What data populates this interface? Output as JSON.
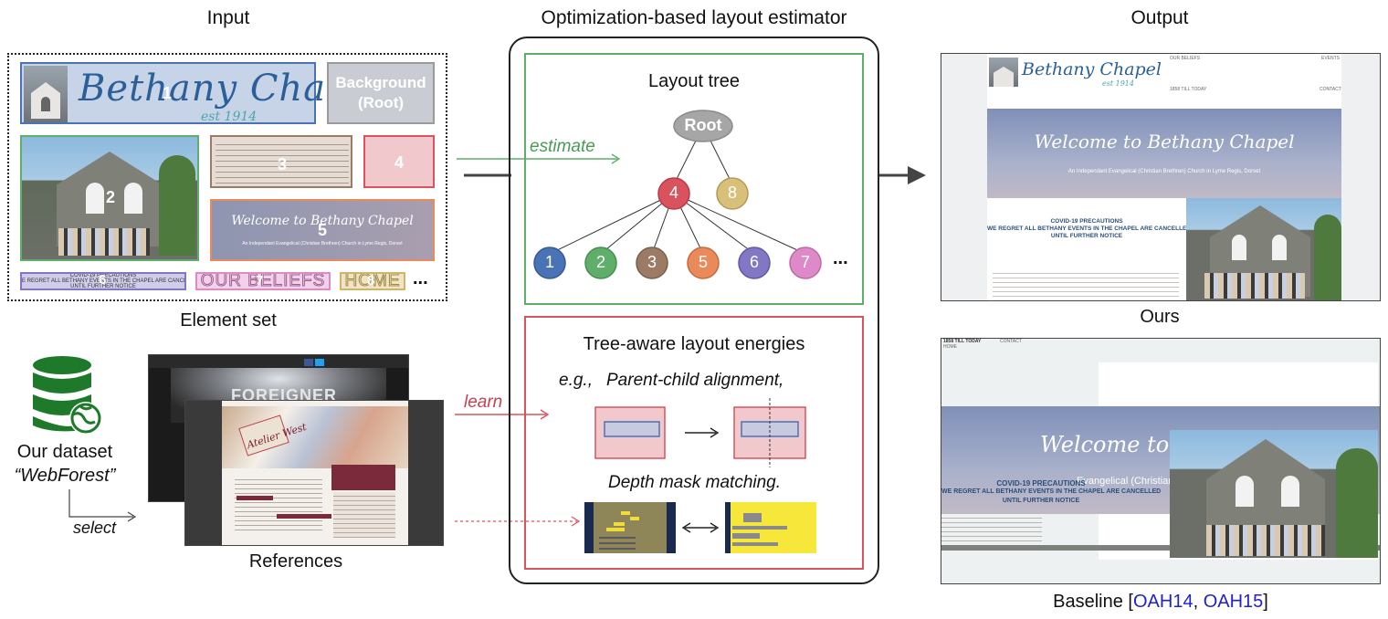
{
  "columns": {
    "input": "Input",
    "estimator": "Optimization-based layout estimator",
    "output": "Output"
  },
  "element_set": {
    "label": "Element set",
    "items": [
      {
        "id": "1",
        "text": "Bethany Chapel"
      },
      {
        "id": "2",
        "text": ""
      },
      {
        "id": "3",
        "text": ""
      },
      {
        "id": "4",
        "text": ""
      },
      {
        "id": "5",
        "text": "Welcome to Bethany Chapel"
      },
      {
        "id": "6",
        "text": "COVID-19 PRECAUTIONS"
      },
      {
        "id": "7",
        "text": "OUR BELIEFS"
      },
      {
        "id": "8",
        "text": "HOME"
      }
    ],
    "background": "Background\n(Root)",
    "logo_sub": "est 1914",
    "subtitle": "An Independant Evangelical (Christian Brethren) Church in Lyme Regis, Dorset",
    "covid_line1": "COVID-19 PRECAUTIONS",
    "covid_line2": "E REGRET ALL BETHANY EVENTS IN THE CHAPEL ARE CANCELLED",
    "covid_line3": "UNTIL FURTHER NOTICE",
    "ellipsis": "..."
  },
  "dataset": {
    "line1": "Our dataset",
    "line2": "“WebForest”",
    "select": "select",
    "references": "References",
    "ref_brand1": "FOREIGNER",
    "ref_brand2": "Atelier West"
  },
  "estimator": {
    "layout_tree": "Layout tree",
    "estimate": "estimate",
    "root": "Root",
    "level1": [
      "4",
      "8"
    ],
    "leaves": [
      "1",
      "2",
      "3",
      "5",
      "6",
      "7"
    ],
    "ellipsis": "...",
    "energies_title": "Tree-aware layout energies",
    "learn": "learn",
    "eg_prefix": "e.g.,",
    "parent_child": "Parent-child alignment,",
    "depth_mask": "Depth mask matching."
  },
  "output": {
    "ours_label": "Ours",
    "baseline_prefix": "Baseline [",
    "cite1": "OAH14",
    "cite_sep": ", ",
    "cite2": "OAH15",
    "baseline_suffix": "]",
    "ours_nav1": "OUR BELIEFS",
    "ours_nav2": "EVENTS",
    "ours_nav3": "1858 TILL TODAY",
    "ours_nav4": "CONTACT",
    "ours_logo": "Bethany Chapel",
    "ours_logo_sub": "est 1914",
    "welcome": "Welcome to Bethany Chapel",
    "subtitle": "An Independant Evangelical (Christian Brethren) Church in Lyme Regis, Dorset",
    "covid1": "COVID-19 PRECAUTIONS",
    "covid2": "WE REGRET ALL BETHANY EVENTS IN THE CHAPEL ARE CANCELLED",
    "covid3": "UNTIL FURTHER NOTICE",
    "base_nav1": "1858 TILL TODAY",
    "base_nav2": "CONTACT",
    "base_nav3": "HOME",
    "base_welcome": "Welcome to Bet",
    "base_subtitle": "Evangelical (Christian Bre",
    "base_covid1": "COVID-19 PRECAUTIONS",
    "base_covid2": "WE REGRET ALL BETHANY EVENTS IN THE CHAPEL ARE CANCELLED",
    "base_covid3": "UNTIL FURTHER NOTICE"
  },
  "colors": {
    "c1": "#4a73b5",
    "c2": "#5fae6a",
    "c3": "#9b7b66",
    "c4": "#d9535f",
    "c5": "#e98a5a",
    "c6": "#8177c4",
    "c7": "#de8ac9",
    "c8": "#cfb56b",
    "green_box": "#5fae6a",
    "red_box": "#d9535f",
    "root": "#a6a6a6",
    "citation": "#2222cc",
    "dataset_green": "#1e7a2a"
  }
}
